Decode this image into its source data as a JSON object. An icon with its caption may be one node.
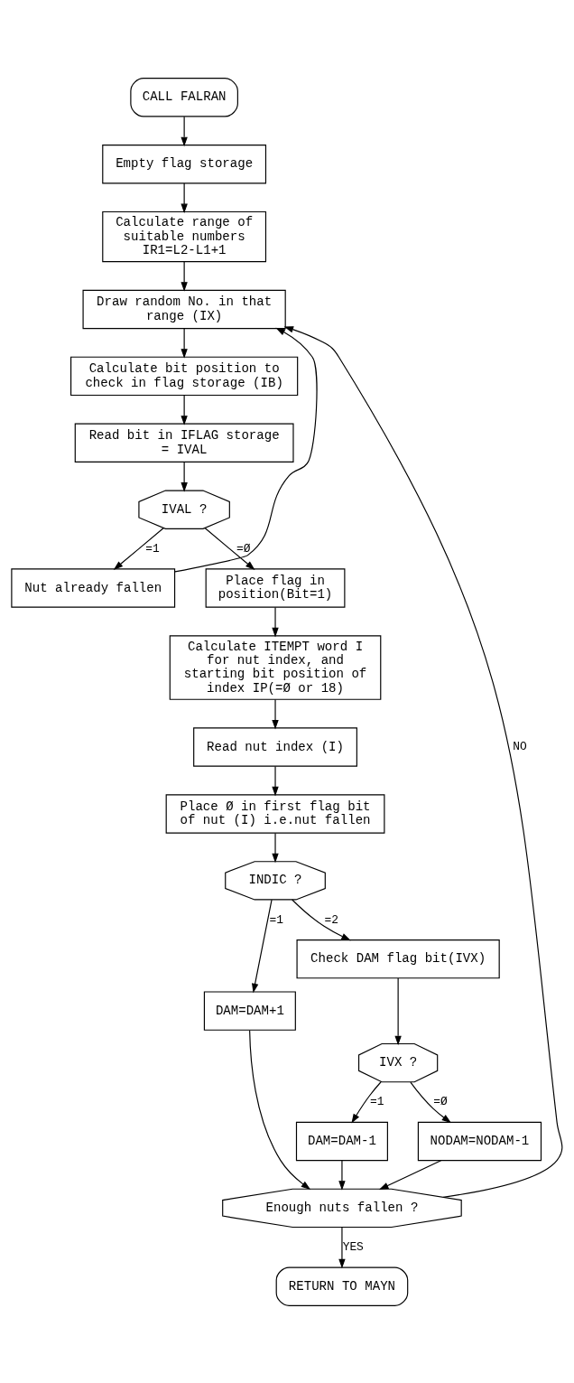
{
  "diagram": {
    "nodes": [
      {
        "text": [
          "CALL FALRAN"
        ]
      },
      {
        "text": [
          "Empty flag storage"
        ]
      },
      {
        "text": [
          "Calculate range of suitable numbers IR1=L2-L1+1"
        ]
      },
      {
        "text": [
          "Draw random No. in that range (IX)"
        ]
      },
      {
        "text": [
          "Calculate bit position to check in flag storage (IB)"
        ]
      },
      {
        "text": [
          "Read bit in IFLAG storage = IVAL"
        ]
      },
      {
        "text": [
          "IVAL ?"
        ]
      },
      {
        "text": [
          "Nut already fallen"
        ]
      },
      {
        "text": [
          "Place flag in position(Bit=1)"
        ]
      },
      {
        "text": [
          "Calculate ITEMPT word I for nut index, and starting bit position of index IP(=Ø or 18)"
        ]
      },
      {
        "text": [
          "Read nut index (I)"
        ]
      },
      {
        "text": [
          "Place Ø in first flag bit of nut (I) i.e.nut fallen"
        ]
      },
      {
        "text": [
          "INDIC ?"
        ]
      },
      {
        "text": [
          "DAM=DAM+1"
        ]
      },
      {
        "text": [
          "Check DAM flag bit(IVX)"
        ]
      },
      {
        "text": [
          "IVX ?"
        ]
      },
      {
        "text": [
          "DAM=DAM-1"
        ]
      },
      {
        "text": [
          "NODAM=NODAM-1"
        ]
      },
      {
        "text": [
          "Enough nuts fallen ?"
        ]
      },
      {
        "text": [
          "RETURN TO MAYN"
        ]
      }
    ],
    "edges": [
      {
        "from": 0,
        "to": 1,
        "arrow": "to"
      },
      {
        "from": 1,
        "to": 2,
        "arrow": "to"
      },
      {
        "from": 2,
        "to": 3,
        "arrow": "to"
      },
      {
        "from": 3,
        "to": 4,
        "arrow": "to"
      },
      {
        "from": 4,
        "to": 5,
        "arrow": "to"
      },
      {
        "from": 5,
        "to": 6,
        "arrow": "to"
      },
      {
        "from": 6,
        "to": 7,
        "arrow": "to",
        "label": "=1"
      },
      {
        "from": 7,
        "to": 3,
        "arrow": "to"
      },
      {
        "from": 6,
        "to": 8,
        "arrow": "to",
        "label": "=Ø"
      },
      {
        "from": 8,
        "to": 9,
        "arrow": "to"
      },
      {
        "from": 9,
        "to": 10,
        "arrow": "to"
      },
      {
        "from": 10,
        "to": 11,
        "arrow": "to"
      },
      {
        "from": 11,
        "to": 12,
        "arrow": "to"
      },
      {
        "from": 12,
        "to": 13,
        "arrow": "to",
        "label": "=1"
      },
      {
        "from": 12,
        "to": 14,
        "arrow": "to",
        "label": "=2"
      },
      {
        "from": 14,
        "to": 15,
        "arrow": "to"
      },
      {
        "from": 15,
        "to": 16,
        "arrow": "to",
        "label": "=1"
      },
      {
        "from": 15,
        "to": 17,
        "arrow": "to",
        "label": "=Ø"
      },
      {
        "from": 13,
        "to": 18,
        "arrow": "to"
      },
      {
        "from": 16,
        "to": 18,
        "arrow": "to"
      },
      {
        "from": 17,
        "to": 18,
        "arrow": "to"
      },
      {
        "from": 18,
        "to": 3,
        "arrow": "to",
        "label": "NO"
      },
      {
        "from": 18,
        "to": 19,
        "arrow": "to",
        "label": "YES"
      }
    ]
  }
}
